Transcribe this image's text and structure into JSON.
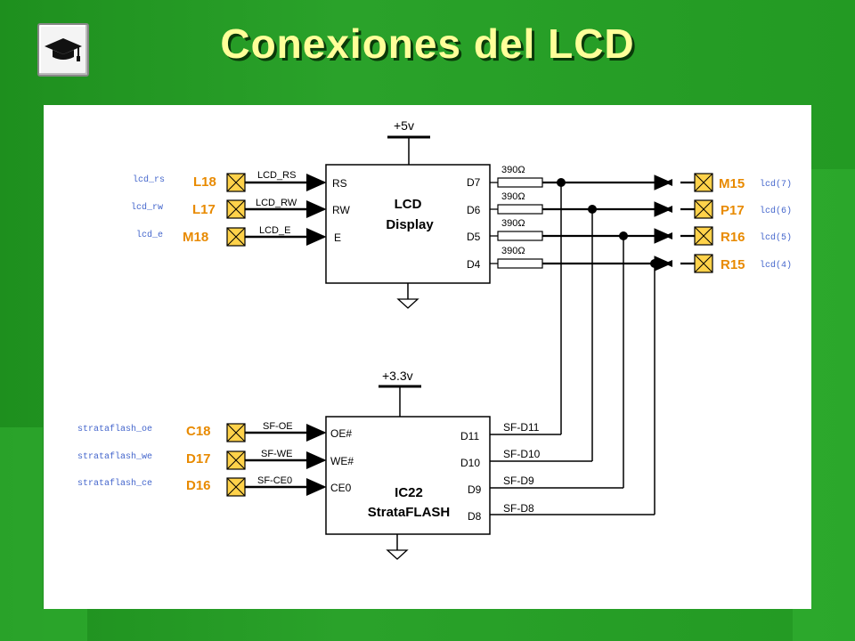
{
  "slide": {
    "title": "Conexiones del LCD",
    "icon": "graduation-cap-icon"
  },
  "colors": {
    "title": "#ffff99",
    "pin_label": "#e88a00",
    "signal_name": "#4466cc",
    "pad_fill": "#ffd24a"
  },
  "lcd": {
    "supply": "+5v",
    "name_line1": "LCD",
    "name_line2": "Display",
    "left_pins": [
      "RS",
      "RW",
      "E"
    ],
    "right_pins": [
      "D7",
      "D6",
      "D5",
      "D4"
    ],
    "inputs": [
      {
        "signal": "lcd_rs",
        "fpga_pin": "L18",
        "net": "LCD_RS"
      },
      {
        "signal": "lcd_rw",
        "fpga_pin": "L17",
        "net": "LCD_RW"
      },
      {
        "signal": "lcd_e",
        "fpga_pin": "M18",
        "net": "LCD_E"
      }
    ],
    "resistor": "390Ω",
    "outputs": [
      {
        "fpga_pin": "M15",
        "signal": "lcd(7)"
      },
      {
        "fpga_pin": "P17",
        "signal": "lcd(6)"
      },
      {
        "fpga_pin": "R16",
        "signal": "lcd(5)"
      },
      {
        "fpga_pin": "R15",
        "signal": "lcd(4)"
      }
    ]
  },
  "flash": {
    "supply": "+3.3v",
    "name_line1": "IC22",
    "name_line2": "StrataFLASH",
    "left_pins": [
      "OE#",
      "WE#",
      "CE0"
    ],
    "right_pins": [
      "D11",
      "D10",
      "D9",
      "D8"
    ],
    "inputs": [
      {
        "signal": "strataflash_oe",
        "fpga_pin": "C18",
        "net": "SF-OE"
      },
      {
        "signal": "strataflash_we",
        "fpga_pin": "D17",
        "net": "SF-WE"
      },
      {
        "signal": "strataflash_ce",
        "fpga_pin": "D16",
        "net": "SF-CE0"
      }
    ],
    "data_nets": [
      "SF-D11",
      "SF-D10",
      "SF-D9",
      "SF-D8"
    ]
  }
}
